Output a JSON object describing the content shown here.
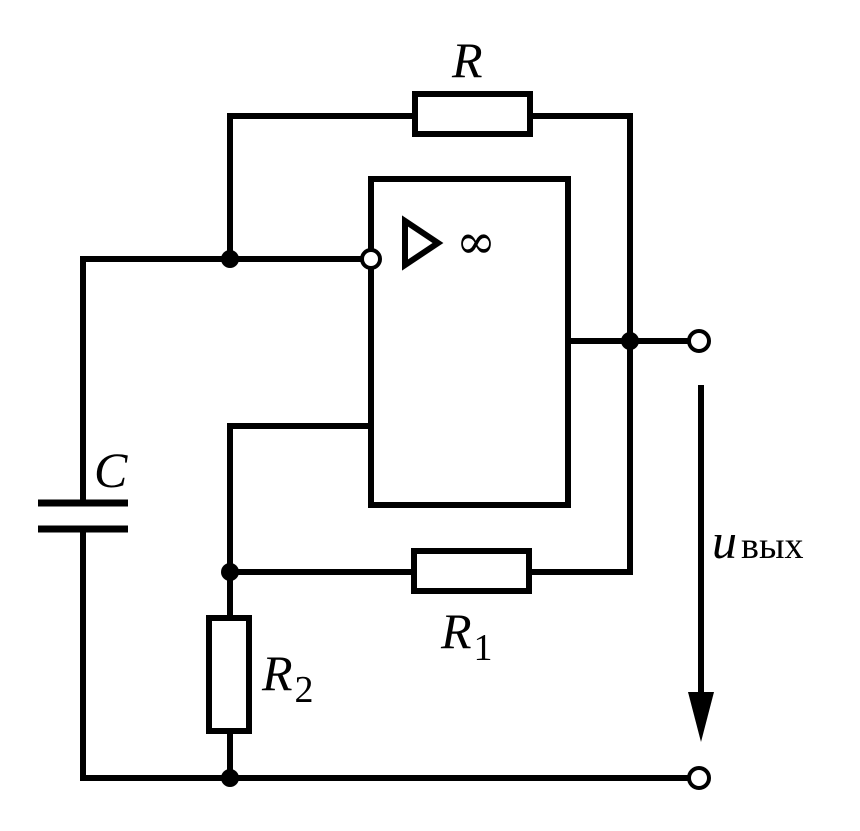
{
  "labels": {
    "R": "R",
    "R1": "R",
    "R1_sub": "1",
    "R2": "R",
    "R2_sub": "2",
    "C": "C",
    "u_out": "u",
    "u_out_sub": "вых",
    "opamp_gain": "∞"
  },
  "colors": {
    "line": "#000000",
    "background": "#ffffff"
  },
  "icons": {
    "opamp_symbol": "triangle-amplifier-icon",
    "terminal": "open-terminal-icon",
    "junction": "junction-dot-icon",
    "arrow": "voltage-arrow-icon"
  }
}
